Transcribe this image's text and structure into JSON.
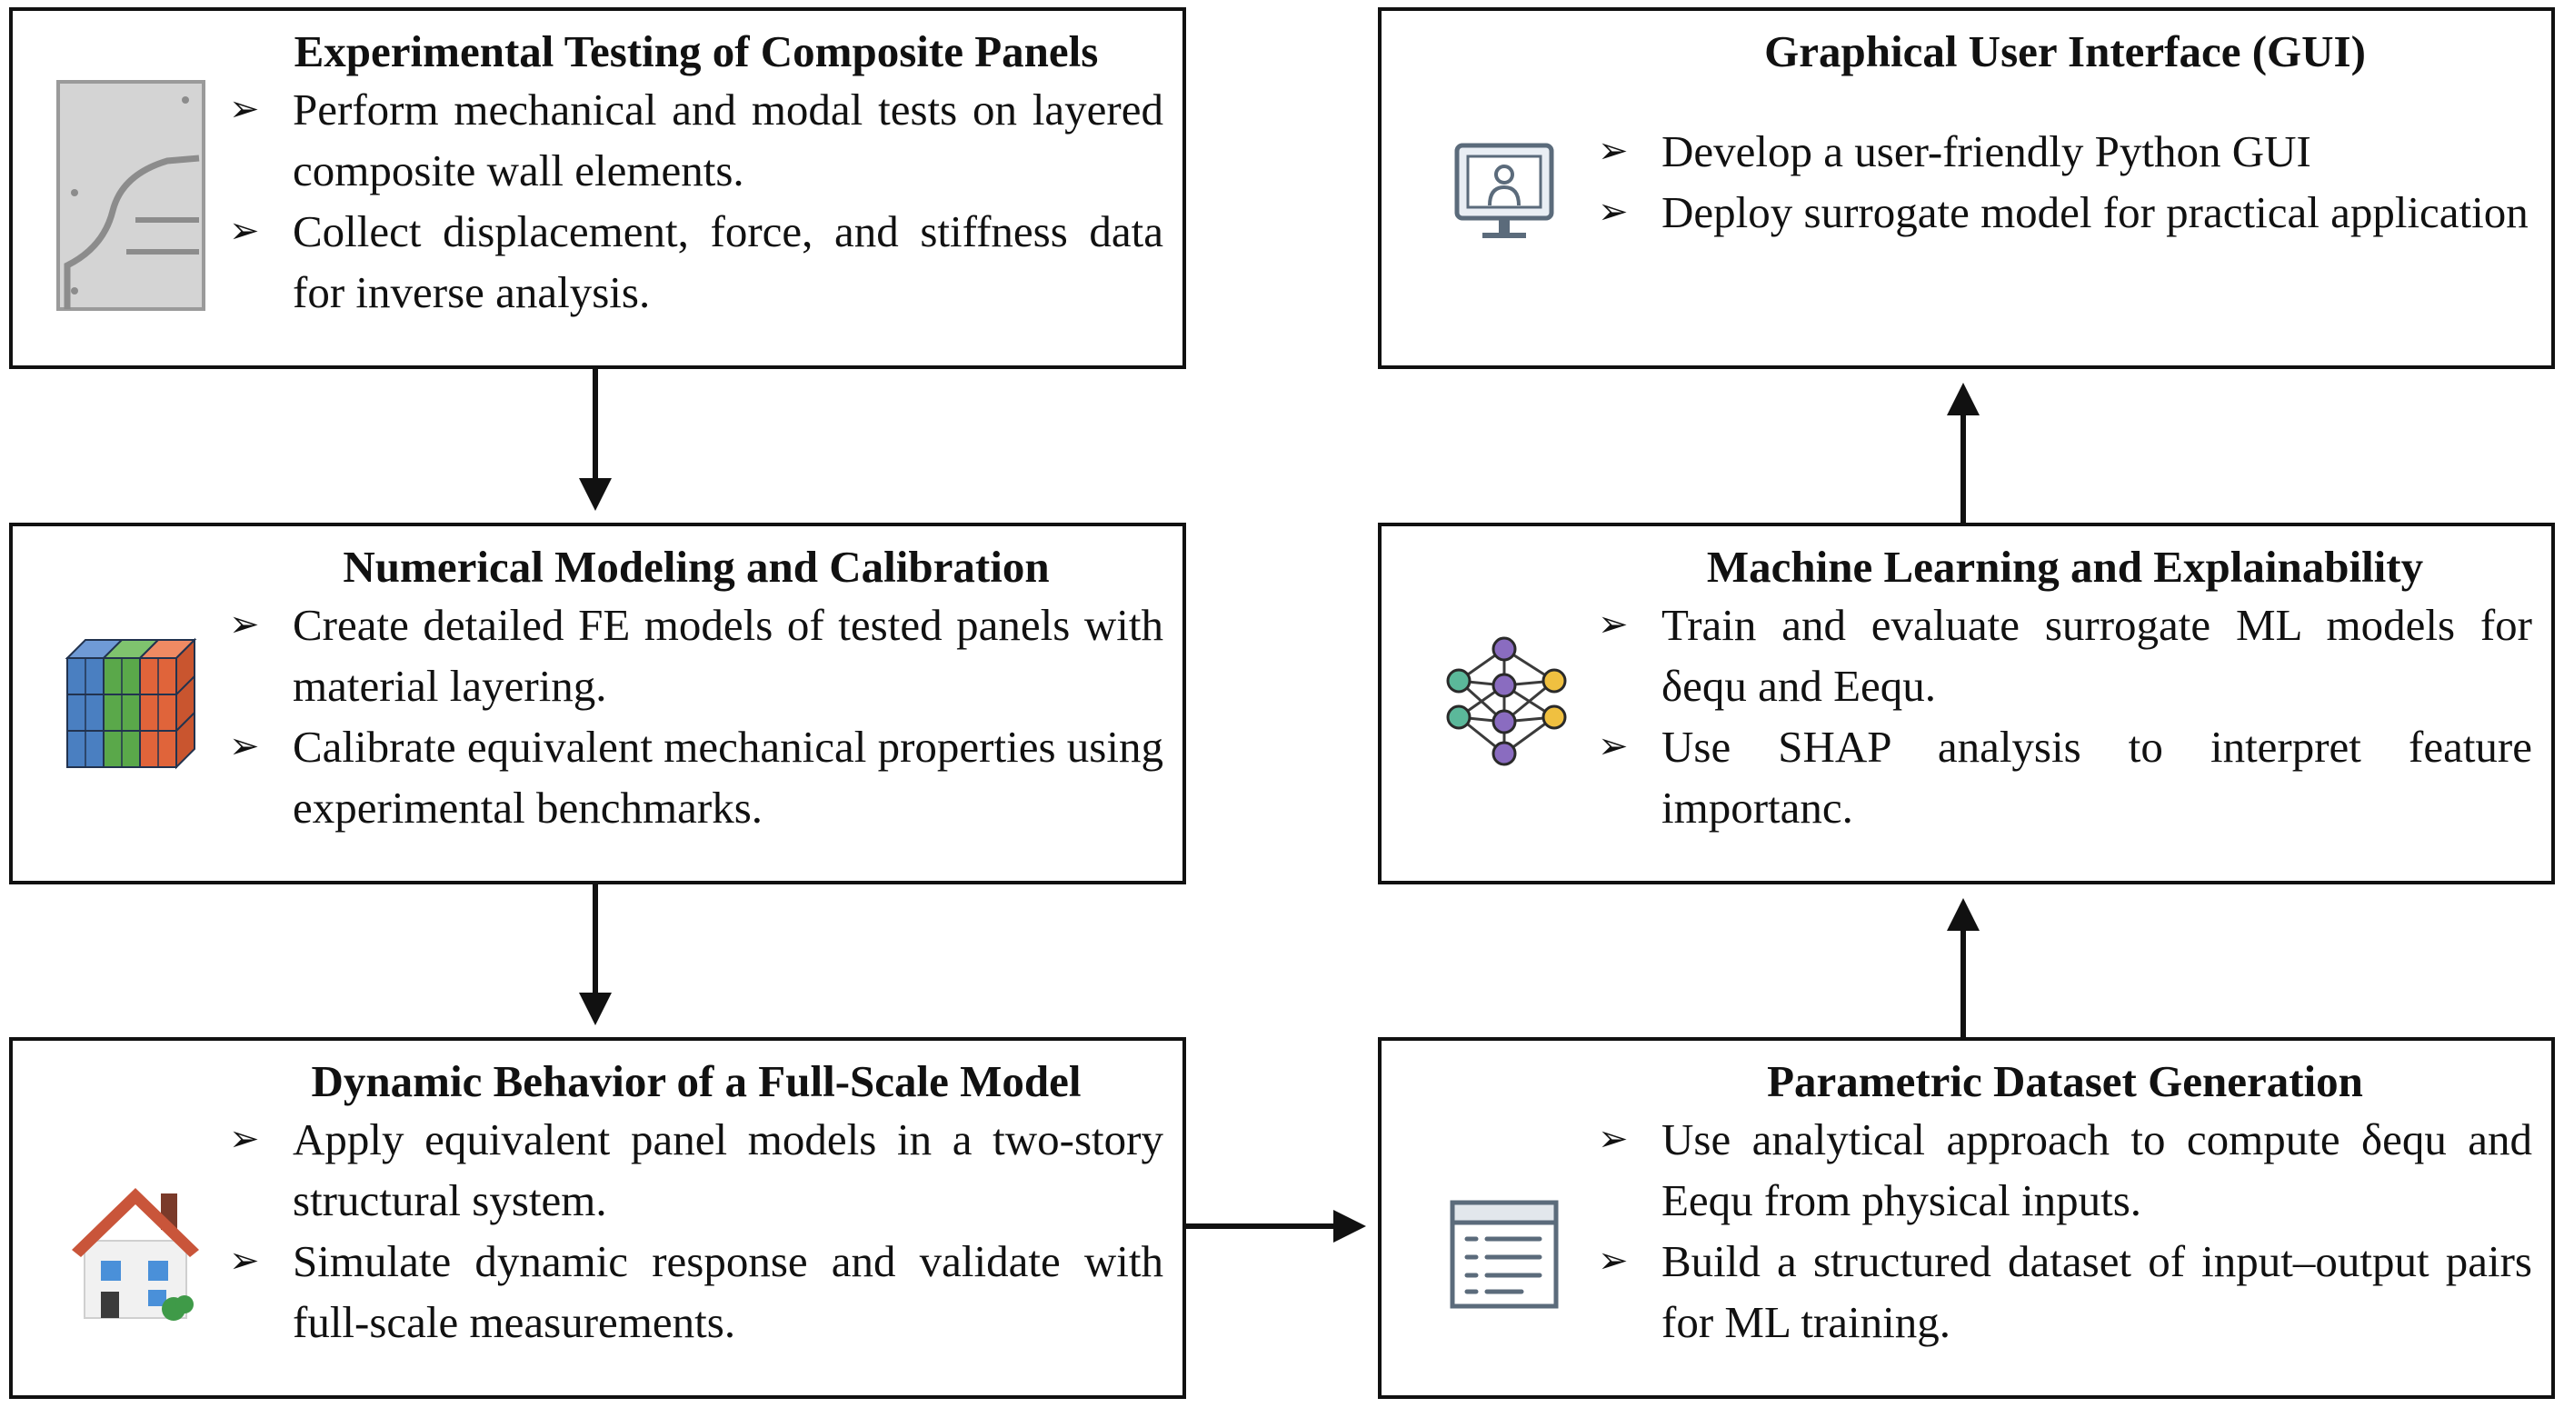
{
  "boxes": [
    {
      "title": "Experimental Testing of Composite Panels",
      "icon": "composite-panel-icon",
      "bullets": [
        "Perform mechanical and modal tests on layered composite wall elements.",
        "Collect displacement, force, and stiffness data for inverse analysis."
      ]
    },
    {
      "title": "Numerical Modeling and Calibration",
      "icon": "layered-cube-icon",
      "bullets": [
        "Create detailed FE models of tested panels with material layering.",
        "Calibrate equivalent mechanical properties using experimental benchmarks."
      ]
    },
    {
      "title": "Dynamic Behavior of a Full-Scale Model",
      "icon": "house-icon",
      "bullets": [
        "Apply equivalent panel models in a two-story structural system.",
        "Simulate dynamic response and validate with full-scale measurements."
      ]
    },
    {
      "title": "Graphical User Interface (GUI)",
      "icon": "monitor-user-icon",
      "bullets": [
        "Develop a user-friendly Python GUI",
        "Deploy surrogate model for practical application"
      ]
    },
    {
      "title": "Machine Learning and Explainability",
      "icon": "neural-network-icon",
      "bullets": [
        "Train and evaluate surrogate ML models for δequ and Eequ.",
        "Use SHAP analysis to interpret feature importanc."
      ]
    },
    {
      "title": "Parametric Dataset Generation",
      "icon": "table-form-icon",
      "bullets": [
        "Use analytical approach to compute δequ and Eequ from physical inputs.",
        "Build a structured dataset of input–output pairs for ML training."
      ]
    }
  ],
  "bullet_glyph": "➢",
  "colors": {
    "border": "#111111",
    "blue": "#4a7fc1",
    "green": "#5aa84a",
    "orange": "#e0643a",
    "purple": "#8a6cc0",
    "yellow": "#f0c040",
    "teal": "#5bb89a",
    "roof": "#c9553a"
  }
}
